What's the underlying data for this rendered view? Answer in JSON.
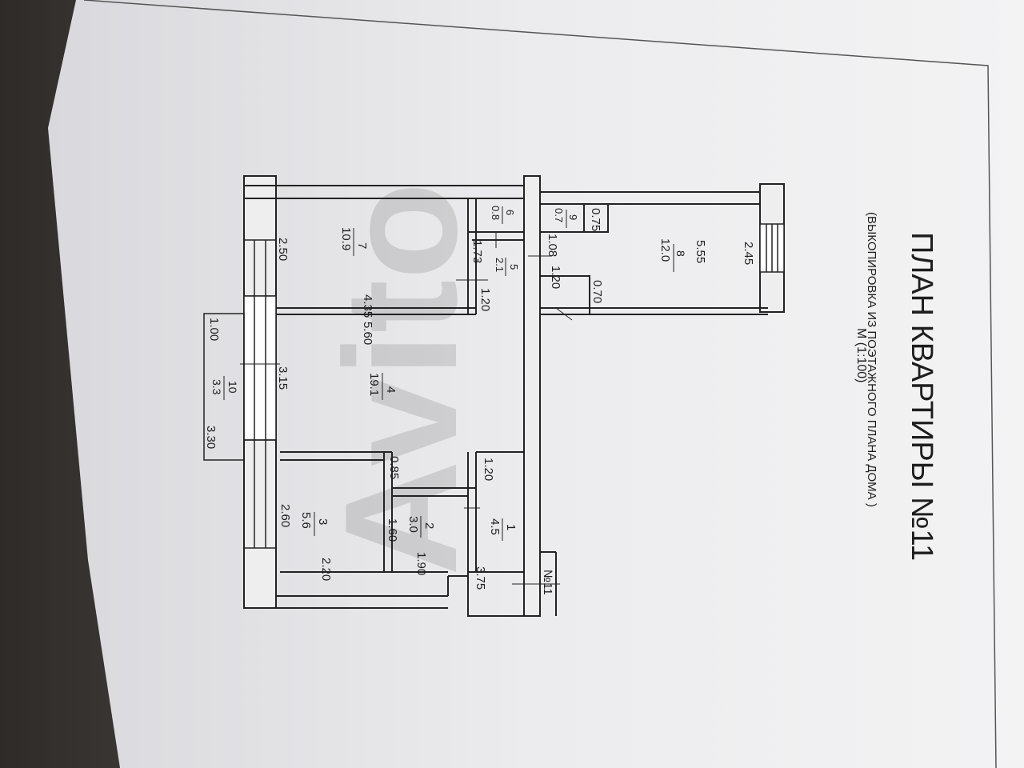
{
  "document": {
    "title": "ПЛАН КВАРТИРЫ №11",
    "subtitle": "(ВЫКОПИРОВКА ИЗ ПОЭТАЖНОГО ПЛАНА ДОМА )",
    "scale": "М  (1:100)",
    "watermark": "Avito",
    "unit_label": "№11"
  },
  "rooms": [
    {
      "number": "1",
      "area": "4.5"
    },
    {
      "number": "2",
      "area": "3.0"
    },
    {
      "number": "3",
      "area": "5.6"
    },
    {
      "number": "4",
      "area": "19.1"
    },
    {
      "number": "5",
      "area": "2.1"
    },
    {
      "number": "6",
      "area": "0.8"
    },
    {
      "number": "7",
      "area": "10.9"
    },
    {
      "number": "8",
      "area": "12.0"
    },
    {
      "number": "9",
      "area": "0.7"
    },
    {
      "number": "10",
      "area": "3.3"
    }
  ],
  "dimensions": {
    "d_2_45": "2.45",
    "d_5_55": "5.55",
    "d_0_75": "0.75",
    "d_1_08": "1.08",
    "d_1_20_a": "1.20",
    "d_0_70": "0.70",
    "d_1_73": "1.73",
    "d_1_20_b": "1.20",
    "d_2_50": "2.50",
    "d_4_35": "4.35",
    "d_5_60": "5.60",
    "d_1_00": "1.00",
    "d_3_15": "3.15",
    "d_3_30": "3.30",
    "d_0_85": "0.85",
    "d_1_20_c": "1.20",
    "d_1_60": "1.60",
    "d_2_60": "2.60",
    "d_2_20": "2.20",
    "d_1_90": "1.90",
    "d_3_75": "3.75"
  }
}
